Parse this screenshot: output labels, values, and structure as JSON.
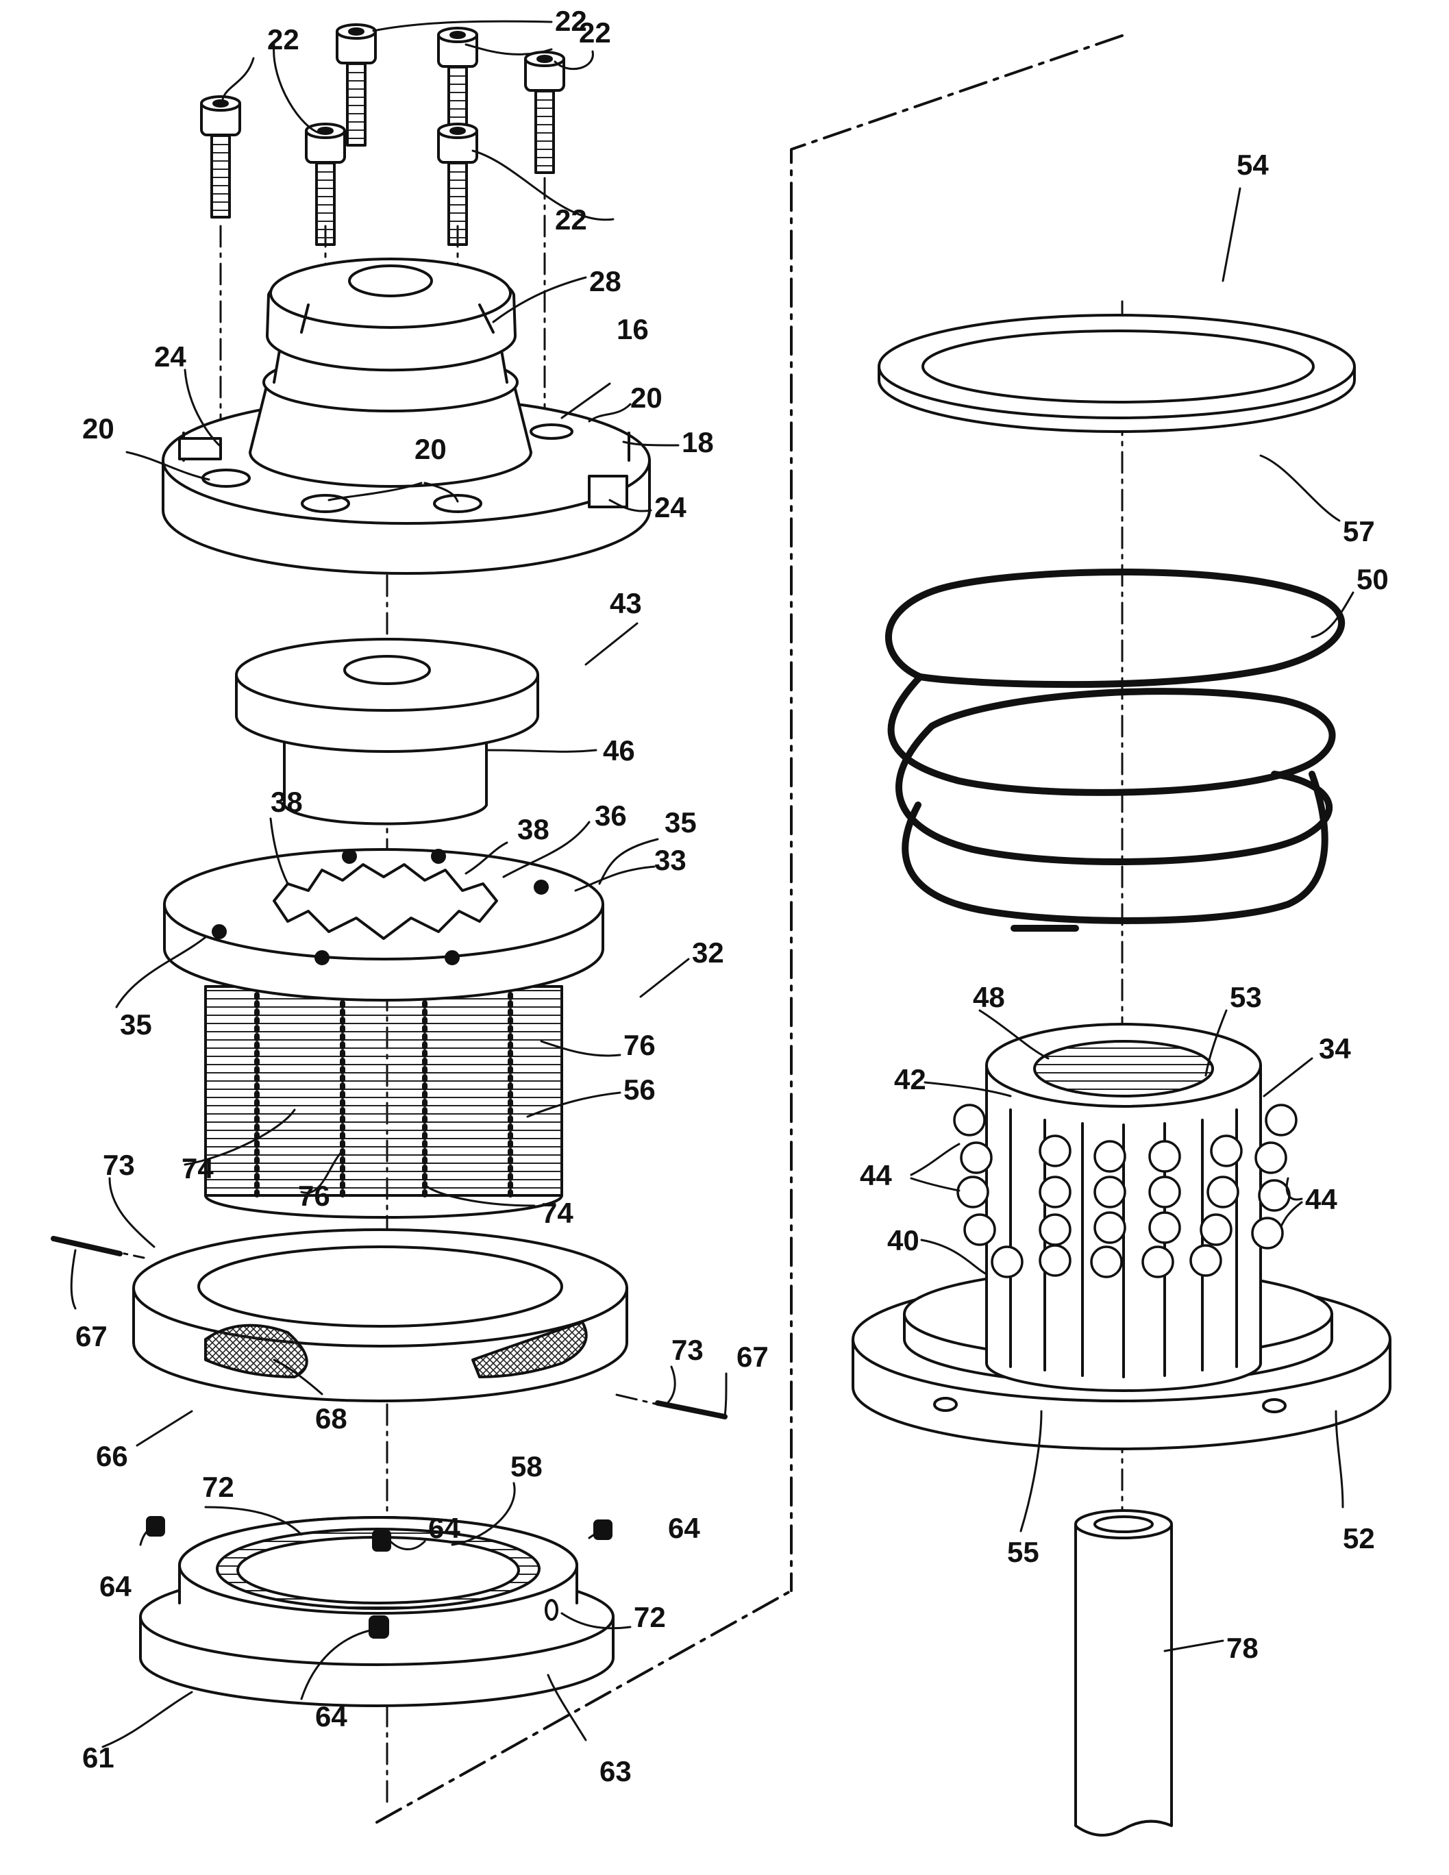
{
  "figure": {
    "labels": [
      {
        "id": "l22a",
        "text": "22"
      },
      {
        "id": "l22b",
        "text": "22"
      },
      {
        "id": "l22c",
        "text": "22"
      },
      {
        "id": "l22d",
        "text": "22"
      },
      {
        "id": "l28",
        "text": "28"
      },
      {
        "id": "l16",
        "text": "16"
      },
      {
        "id": "l24a",
        "text": "24"
      },
      {
        "id": "l20a",
        "text": "20"
      },
      {
        "id": "l20b",
        "text": "20"
      },
      {
        "id": "l20c",
        "text": "20"
      },
      {
        "id": "l18",
        "text": "18"
      },
      {
        "id": "l24b",
        "text": "24"
      },
      {
        "id": "l43",
        "text": "43"
      },
      {
        "id": "l46",
        "text": "46"
      },
      {
        "id": "l38a",
        "text": "38"
      },
      {
        "id": "l38b",
        "text": "38"
      },
      {
        "id": "l36",
        "text": "36"
      },
      {
        "id": "l35a",
        "text": "35"
      },
      {
        "id": "l33",
        "text": "33"
      },
      {
        "id": "l35b",
        "text": "35"
      },
      {
        "id": "l32",
        "text": "32"
      },
      {
        "id": "l76a",
        "text": "76"
      },
      {
        "id": "l56",
        "text": "56"
      },
      {
        "id": "l74a",
        "text": "74"
      },
      {
        "id": "l76b",
        "text": "76"
      },
      {
        "id": "l74b",
        "text": "74"
      },
      {
        "id": "l73a",
        "text": "73"
      },
      {
        "id": "l67a",
        "text": "67"
      },
      {
        "id": "l73b",
        "text": "73"
      },
      {
        "id": "l67b",
        "text": "67"
      },
      {
        "id": "l66",
        "text": "66"
      },
      {
        "id": "l68",
        "text": "68"
      },
      {
        "id": "l64a",
        "text": "64"
      },
      {
        "id": "l58",
        "text": "58"
      },
      {
        "id": "l72a",
        "text": "72"
      },
      {
        "id": "l64b",
        "text": "64"
      },
      {
        "id": "l64c",
        "text": "64"
      },
      {
        "id": "l72b",
        "text": "72"
      },
      {
        "id": "l64d",
        "text": "64"
      },
      {
        "id": "l61",
        "text": "61"
      },
      {
        "id": "l63",
        "text": "63"
      },
      {
        "id": "l54",
        "text": "54"
      },
      {
        "id": "l57",
        "text": "57"
      },
      {
        "id": "l50",
        "text": "50"
      },
      {
        "id": "l48",
        "text": "48"
      },
      {
        "id": "l53",
        "text": "53"
      },
      {
        "id": "l34",
        "text": "34"
      },
      {
        "id": "l42",
        "text": "42"
      },
      {
        "id": "l44a",
        "text": "44"
      },
      {
        "id": "l44b",
        "text": "44"
      },
      {
        "id": "l40",
        "text": "40"
      },
      {
        "id": "l55",
        "text": "55"
      },
      {
        "id": "l52",
        "text": "52"
      },
      {
        "id": "l78",
        "text": "78"
      }
    ]
  }
}
